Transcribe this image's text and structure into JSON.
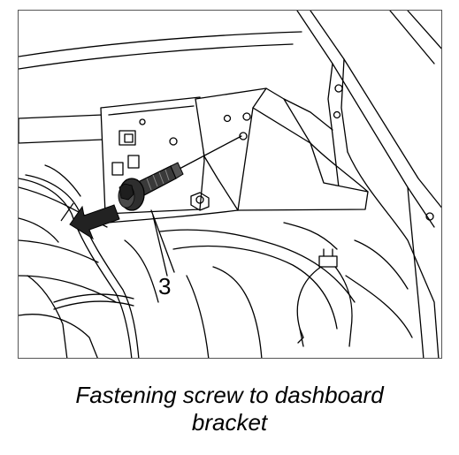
{
  "illustration": {
    "callout_number": "3"
  },
  "caption": {
    "line1": "Fastening screw to dashboard",
    "line2": "bracket"
  }
}
